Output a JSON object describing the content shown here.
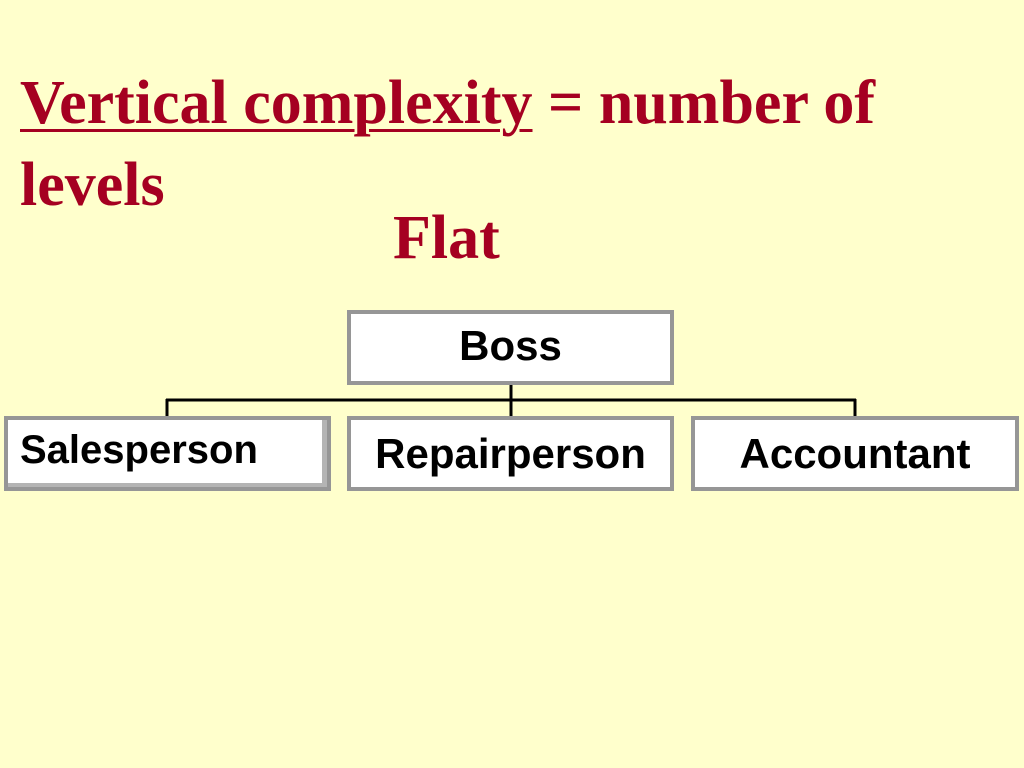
{
  "slide": {
    "title_term": "Vertical complexity",
    "title_rest": " = number of levels",
    "subtitle": "Flat"
  },
  "org_chart": {
    "root": "Boss",
    "children": [
      "Salesperson",
      "Repairperson",
      "Accountant"
    ]
  },
  "colors": {
    "background": "#FFFFCC",
    "heading": "#A50021",
    "box_border": "#969696",
    "box_fill": "#FFFFFF",
    "connector": "#000000"
  }
}
